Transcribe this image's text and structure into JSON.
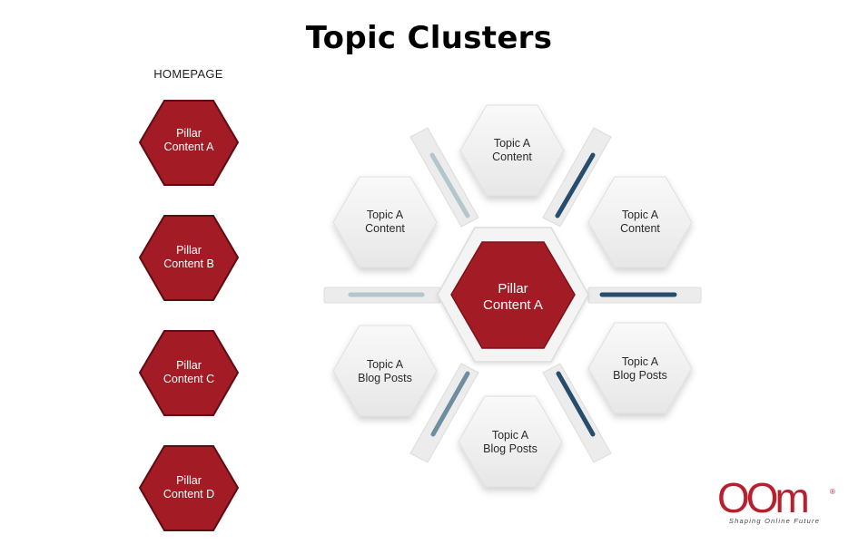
{
  "title": "Topic Clusters",
  "homepage_label": "HOMEPAGE",
  "pillars": [
    {
      "line1": "Pillar",
      "line2": "Content A"
    },
    {
      "line1": "Pillar",
      "line2": "Content B"
    },
    {
      "line1": "Pillar",
      "line2": "Content C"
    },
    {
      "line1": "Pillar",
      "line2": "Content D"
    }
  ],
  "center": {
    "line1": "Pillar",
    "line2": "Content A"
  },
  "topics": {
    "top": {
      "line1": "Topic A",
      "line2": "Content"
    },
    "upper_left": {
      "line1": "Topic A",
      "line2": "Content"
    },
    "upper_right": {
      "line1": "Topic A",
      "line2": "Content"
    },
    "lower_left": {
      "line1": "Topic A",
      "line2": "Blog Posts"
    },
    "lower_right": {
      "line1": "Topic A",
      "line2": "Blog Posts"
    },
    "bottom": {
      "line1": "Topic A",
      "line2": "Blog Posts"
    }
  },
  "logo": {
    "mark": "OOm",
    "registered": "®",
    "tagline": "Shaping Online Future"
  },
  "colors": {
    "pillar_red": "#a31b24",
    "pillar_stroke": "#5e0c12",
    "topic_fill": "#f1f1f1",
    "connector_navy": "#274d6c",
    "connector_steel": "#6e8ea0",
    "connector_light": "#b2c7cc",
    "logo_red": "#b7202e"
  }
}
